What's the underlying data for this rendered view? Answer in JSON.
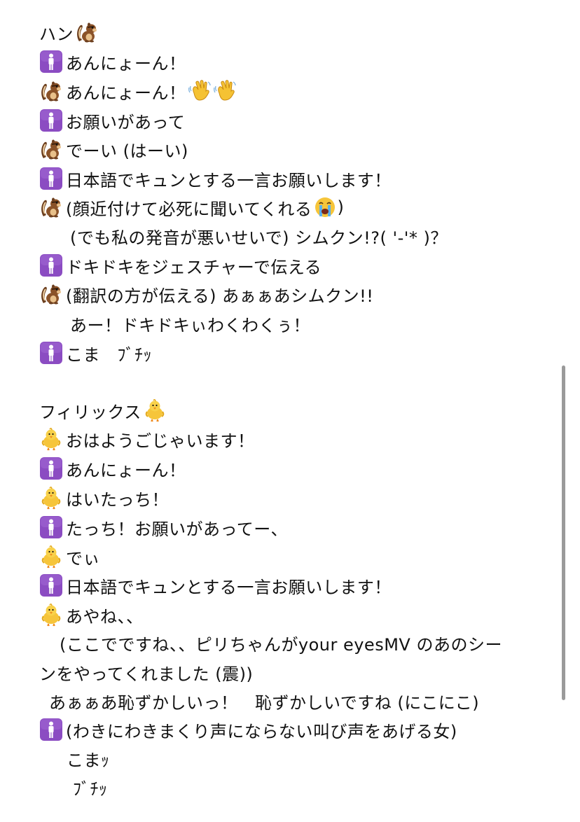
{
  "icons": {
    "person": "standing-person-icon",
    "chipmunk": "chipmunk-icon",
    "chick": "baby-chick-icon",
    "wave": "waving-hand-icon",
    "sob": "sobbing-face-icon"
  },
  "colors": {
    "person_icon_bg": "#8b4cc2",
    "text": "#111111",
    "scrollbar": "#9a9a9a"
  },
  "lines": [
    {
      "icon": "none",
      "text": "ハン",
      "trail": "chipmunk"
    },
    {
      "icon": "person",
      "text": "あんにょーん！"
    },
    {
      "icon": "chipmunk",
      "text": "あんにょーん！",
      "trail": "wave2"
    },
    {
      "icon": "person",
      "text": "お願いがあって"
    },
    {
      "icon": "chipmunk",
      "text": "でーい (はーい)"
    },
    {
      "icon": "person",
      "text": "日本語でキュンとする一言お願いします！"
    },
    {
      "icon": "chipmunk",
      "text": "(顔近付けて必死に聞いてくれる",
      "trail": "sob",
      "after": ")"
    },
    {
      "icon": "indent",
      "text": "(でも私の発音が悪いせいで) シムクン!?( '-'* )？"
    },
    {
      "icon": "person",
      "text": "ドキドキをジェスチャーで伝える"
    },
    {
      "icon": "chipmunk",
      "text": "(翻訳の方が伝える) あぁぁあシムクン!!"
    },
    {
      "icon": "indent",
      "text": "あー！ドキドキぃわくわくぅ！"
    },
    {
      "icon": "person",
      "text": "こま　ﾌﾞﾁｯ"
    },
    {
      "icon": "none",
      "text": "フィリックス",
      "trail": "chick"
    },
    {
      "icon": "chick",
      "text": "おはようごじゃいます！"
    },
    {
      "icon": "person",
      "text": "あんにょーん！"
    },
    {
      "icon": "chick",
      "text": "はいたっち！"
    },
    {
      "icon": "person",
      "text": "たっち！お願いがあってー、"
    },
    {
      "icon": "chick",
      "text": "でぃ"
    },
    {
      "icon": "person",
      "text": "日本語でキュンとする一言お願いします！"
    },
    {
      "icon": "chick",
      "text": "あやね、、"
    },
    {
      "icon": "indent2",
      "text": "(ここでですね、、ピリちゃんがyour eyesMV のあのシー"
    },
    {
      "icon": "none",
      "text": "ンをやってくれました (震))"
    },
    {
      "icon": "indent3",
      "text": "あぁぁあ恥ずかしいっ！　恥ずかしいですね (にこにこ)"
    },
    {
      "icon": "person",
      "text": "(わきにわきまくり声にならない叫び声をあげる女)"
    },
    {
      "icon": "indent4",
      "text": "こまｯ"
    },
    {
      "icon": "indent5",
      "text": "ﾌﾞﾁｯ"
    }
  ]
}
